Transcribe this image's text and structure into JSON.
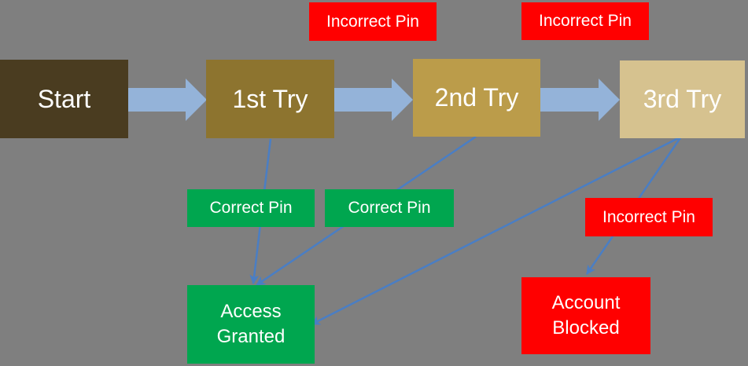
{
  "diagram": {
    "type": "flowchart",
    "nodes": {
      "start": {
        "label": "Start"
      },
      "try1": {
        "label": "1st Try"
      },
      "try2": {
        "label": "2nd Try"
      },
      "try3": {
        "label": "3rd Try"
      },
      "incorrect1": {
        "label": "Incorrect Pin"
      },
      "incorrect2": {
        "label": "Incorrect Pin"
      },
      "incorrect3": {
        "label": "Incorrect Pin"
      },
      "correct1": {
        "label": "Correct Pin"
      },
      "correct2": {
        "label": "Correct Pin"
      },
      "access": {
        "label": "Access Granted"
      },
      "blocked": {
        "label": "Account Blocked"
      }
    },
    "edges": [
      {
        "from": "Start",
        "to": "1st Try",
        "style": "block-arrow"
      },
      {
        "from": "1st Try",
        "to": "2nd Try",
        "style": "block-arrow",
        "label": "Incorrect Pin"
      },
      {
        "from": "2nd Try",
        "to": "3rd Try",
        "style": "block-arrow",
        "label": "Incorrect Pin"
      },
      {
        "from": "1st Try",
        "to": "Access Granted",
        "style": "thin-arrow",
        "label": "Correct Pin"
      },
      {
        "from": "2nd Try",
        "to": "Access Granted",
        "style": "thin-arrow",
        "label": "Correct Pin"
      },
      {
        "from": "3rd Try",
        "to": "Access Granted",
        "style": "thin-arrow"
      },
      {
        "from": "3rd Try",
        "to": "Account Blocked",
        "style": "thin-arrow",
        "label": "Incorrect Pin"
      }
    ],
    "colors": {
      "background": "#7f7f7f",
      "start_box": "#4a3c20",
      "try1_box": "#8d742f",
      "try2_box": "#bb9c4a",
      "try3_box": "#d6c28f",
      "success_green": "#00a64f",
      "failure_red": "#ff0000",
      "block_arrow_blue": "#94b3d9",
      "connector_blue": "#4a7ec4",
      "text": "#ffffff"
    }
  }
}
